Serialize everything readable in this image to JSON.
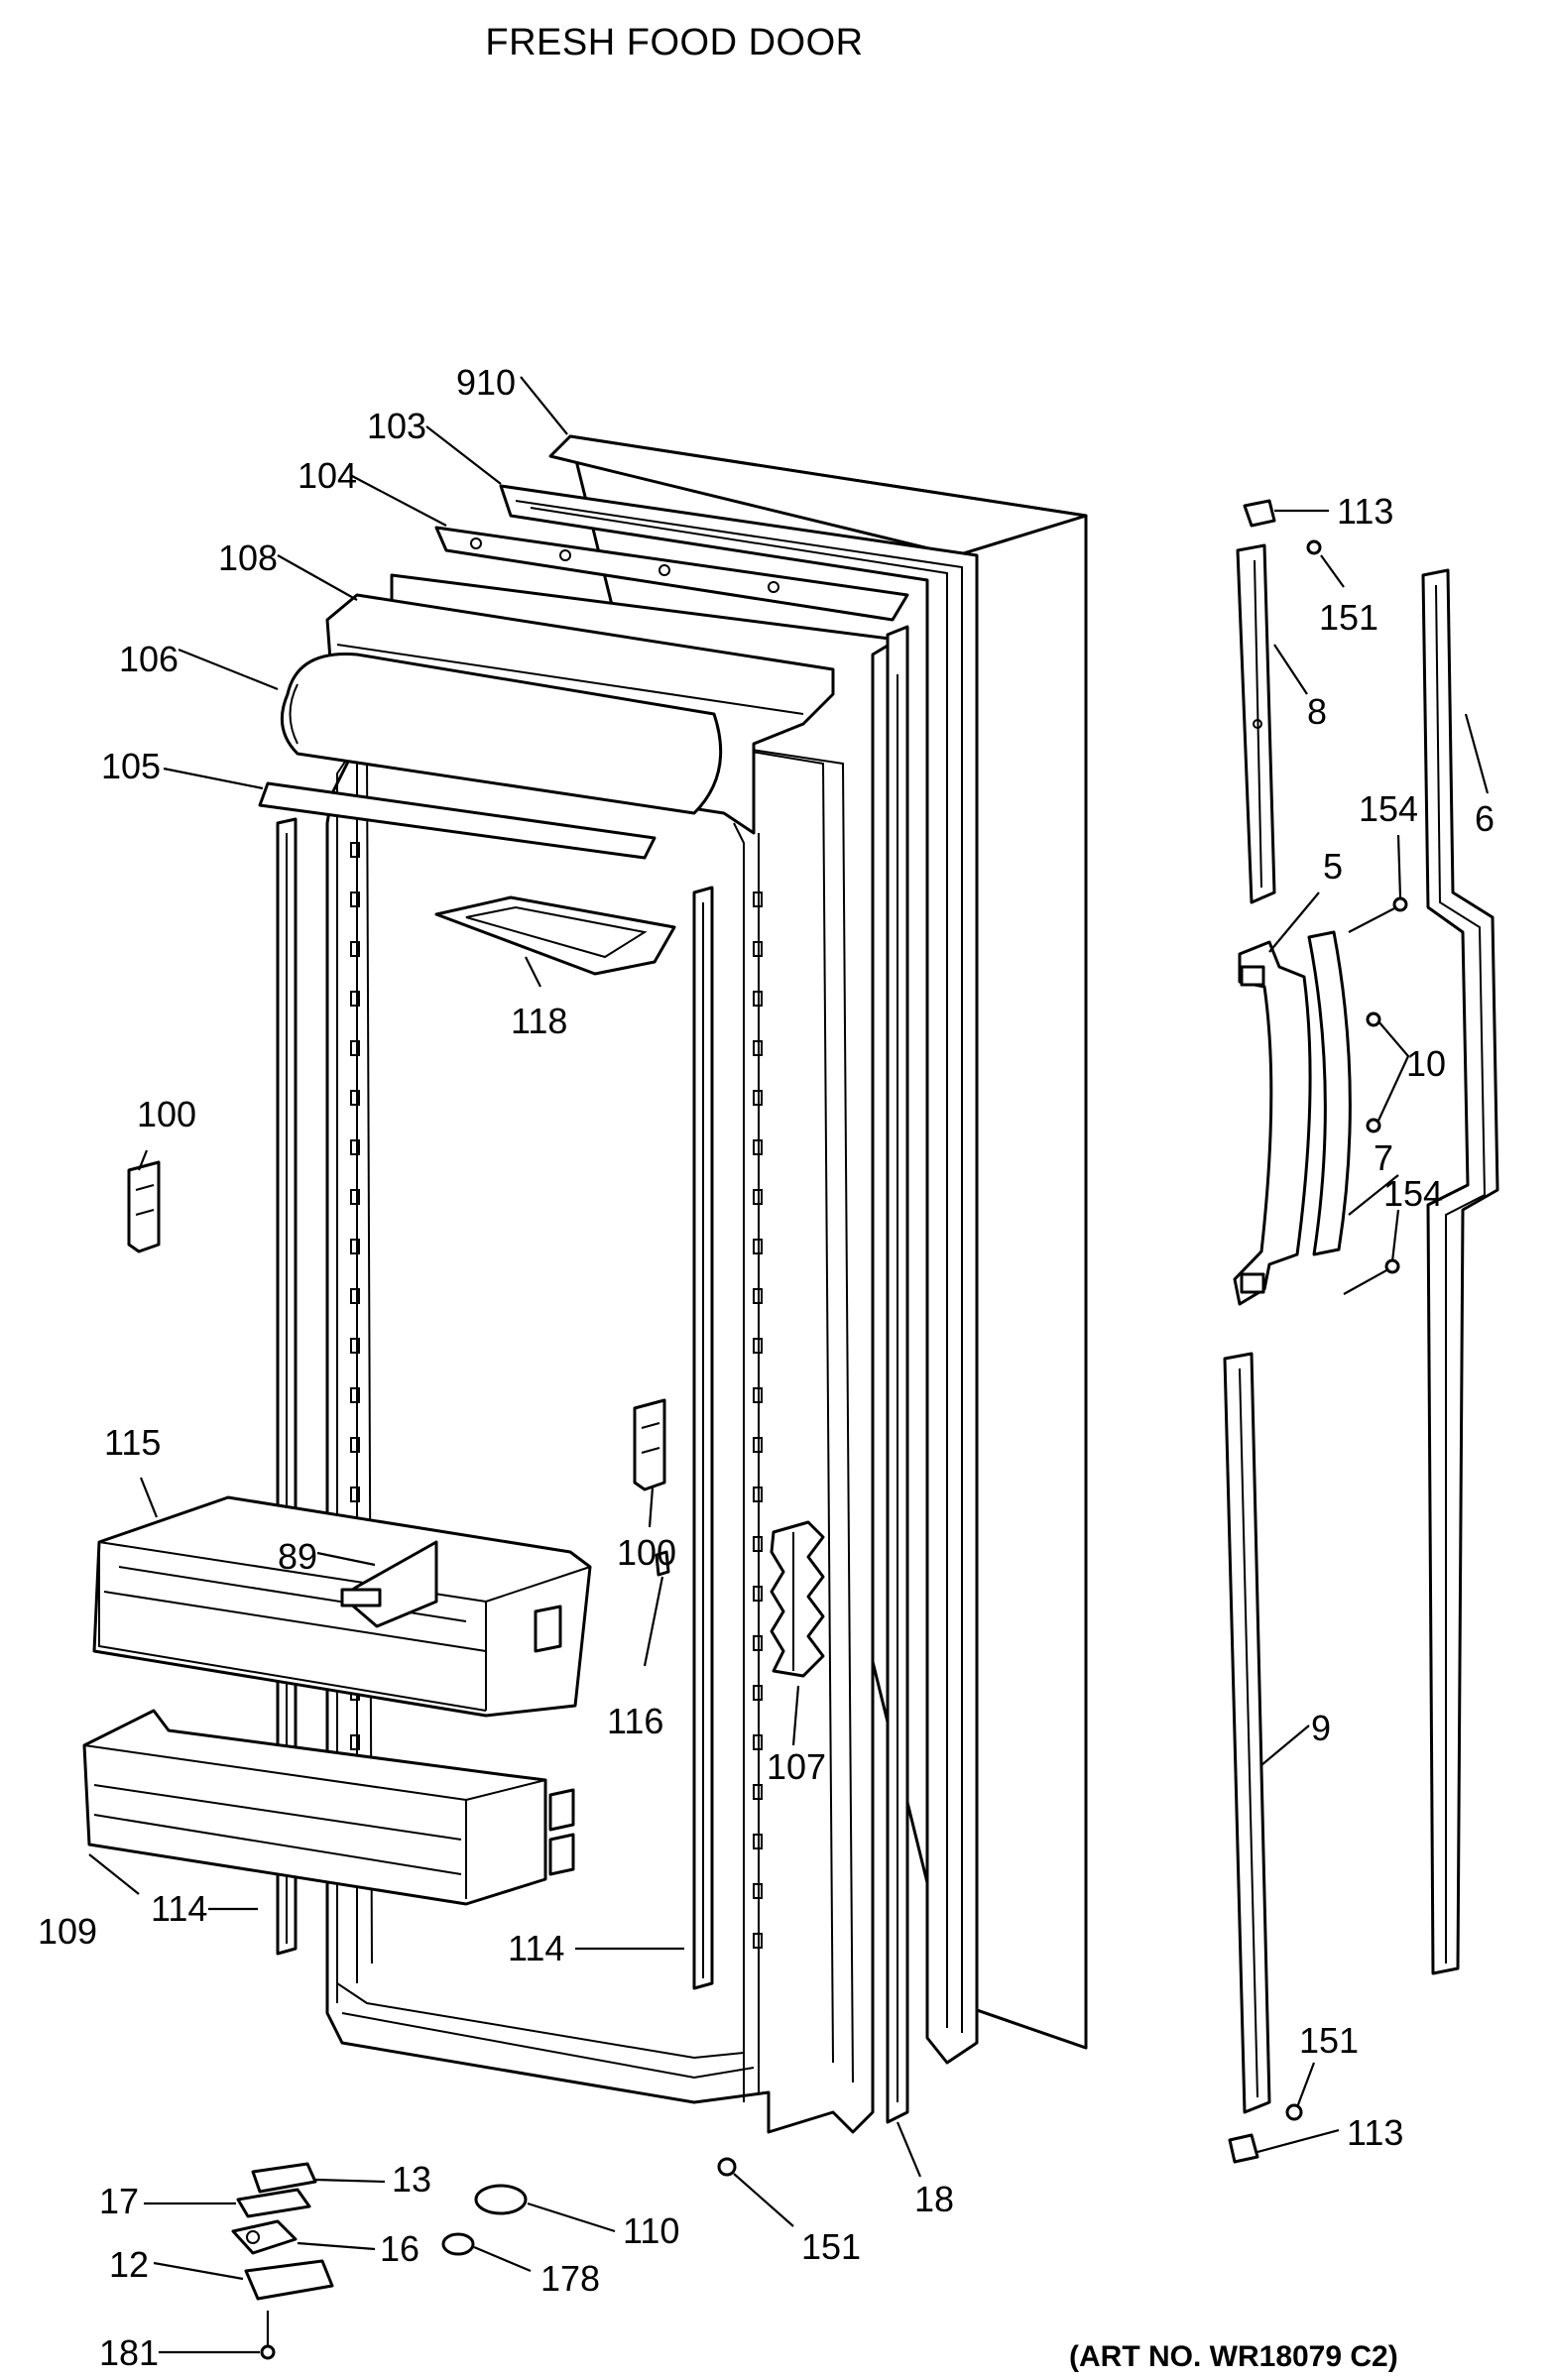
{
  "title": "FRESH FOOD DOOR",
  "art_no": "(ART NO. WR18079 C2)",
  "labels": {
    "l910": "910",
    "l103": "103",
    "l104": "104",
    "l108": "108",
    "l106": "106",
    "l105": "105",
    "l118": "118",
    "l100a": "100",
    "l100b": "100",
    "l115": "115",
    "l89": "89",
    "l116": "116",
    "l107": "107",
    "l109": "109",
    "l114a": "114",
    "l114b": "114",
    "l18": "18",
    "l151a": "151",
    "l13": "13",
    "l17": "17",
    "l16": "16",
    "l12": "12",
    "l181": "181",
    "l110": "110",
    "l178": "178",
    "l113a": "113",
    "l151b": "151",
    "l8": "8",
    "l154a": "154",
    "l6": "6",
    "l5": "5",
    "l10": "10",
    "l7": "7",
    "l154b": "154",
    "l9": "9",
    "l151c": "151",
    "l113b": "113"
  }
}
